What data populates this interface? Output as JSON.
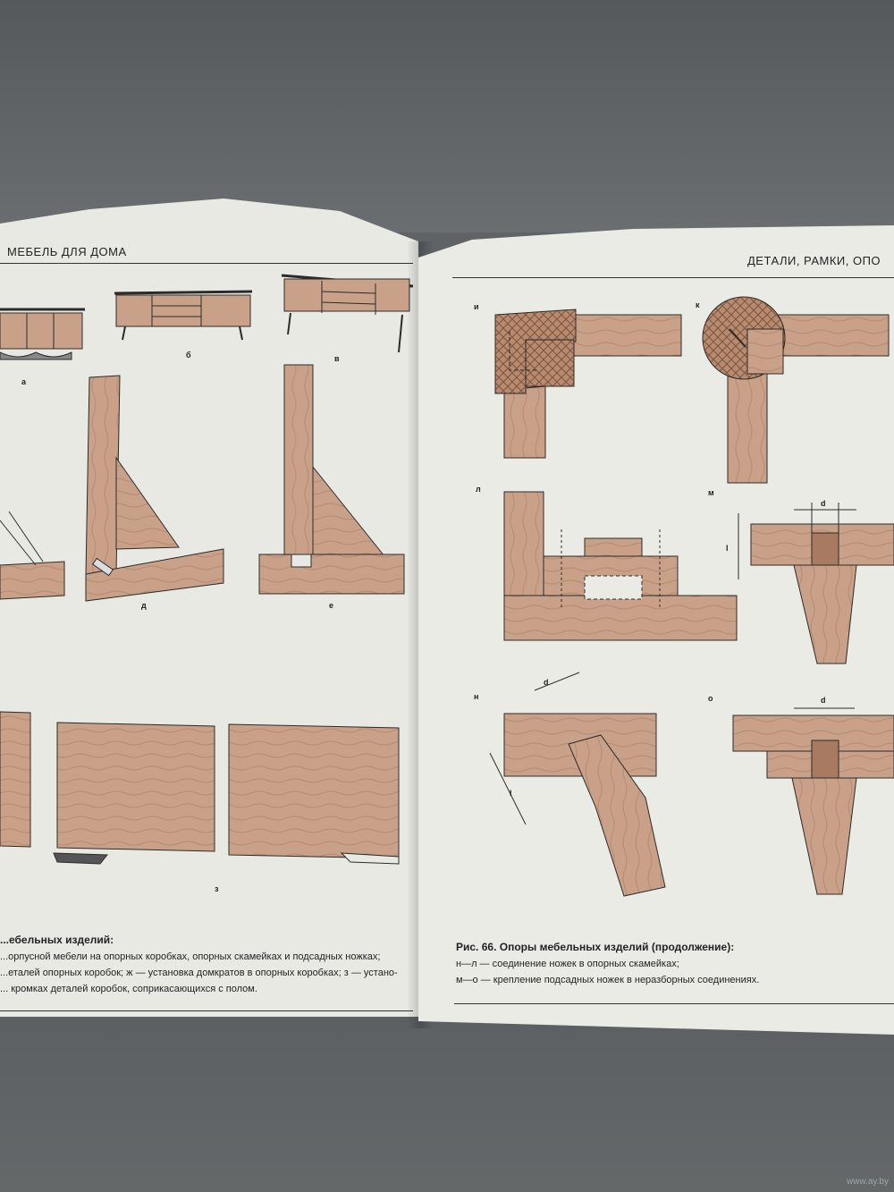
{
  "left_page": {
    "running_head": "МЕБЕЛЬ ДЛЯ ДОМА",
    "figure_labels": [
      "а",
      "б",
      "в",
      "д",
      "е",
      "з"
    ],
    "caption": {
      "title": "...ебельных изделий:",
      "lines": [
        "...орпусной мебели на опорных коробках, опорных скамейках и подсадных ножках;",
        "...еталей опорных коробок; ж — установка домкратов в опорных коробках; з — устано-",
        "... кромках деталей коробок, соприкасающихся с полом."
      ]
    }
  },
  "right_page": {
    "running_head": "ДЕТАЛИ, РАМКИ, ОПО",
    "figure_labels": [
      "и",
      "к",
      "л",
      "м",
      "н",
      "о"
    ],
    "dimension_labels": {
      "d": "d",
      "l": "l"
    },
    "caption": {
      "title": "Рис. 66. Опоры мебельных изделий (продолжение):",
      "lines": [
        "н—л — соединение ножек в опорных скамейках;",
        "м—о — крепление подсадных ножек в неразборных соединениях."
      ]
    }
  },
  "watermark": "www.ay.by",
  "colors": {
    "wood": "#c9a088",
    "wood_dark": "#a87a60",
    "paper": "#e9e9e4",
    "outline": "#2b2b2b"
  }
}
